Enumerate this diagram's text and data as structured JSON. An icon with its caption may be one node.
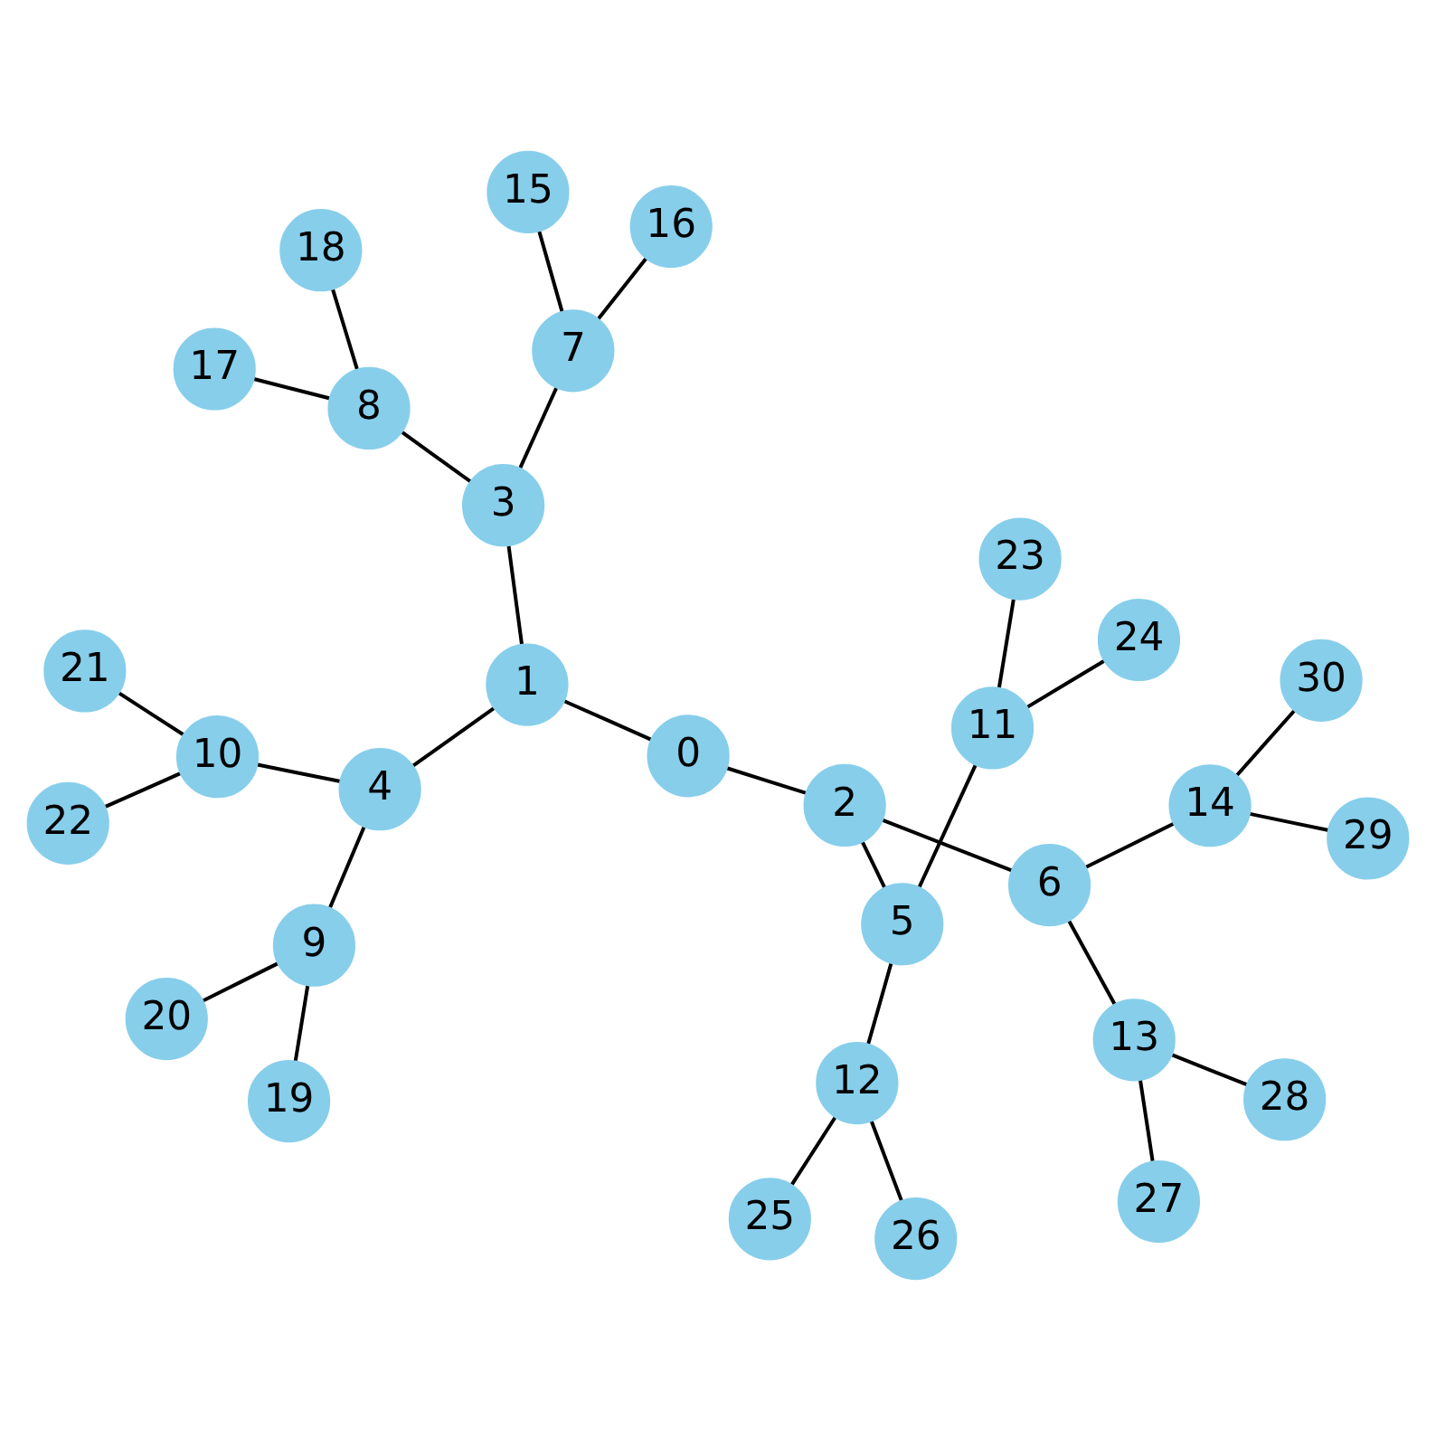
{
  "diagram": {
    "nodes": [
      {
        "text": [
          "0"
        ]
      },
      {
        "text": [
          "1"
        ]
      },
      {
        "text": [
          "2"
        ]
      },
      {
        "text": [
          "3"
        ]
      },
      {
        "text": [
          "4"
        ]
      },
      {
        "text": [
          "5"
        ]
      },
      {
        "text": [
          "6"
        ]
      },
      {
        "text": [
          "7"
        ]
      },
      {
        "text": [
          "8"
        ]
      },
      {
        "text": [
          "9"
        ]
      },
      {
        "text": [
          "10"
        ]
      },
      {
        "text": [
          "11"
        ]
      },
      {
        "text": [
          "12"
        ]
      },
      {
        "text": [
          "13"
        ]
      },
      {
        "text": [
          "14"
        ]
      },
      {
        "text": [
          "15"
        ]
      },
      {
        "text": [
          "16"
        ]
      },
      {
        "text": [
          "17"
        ]
      },
      {
        "text": [
          "18"
        ]
      },
      {
        "text": [
          "19"
        ]
      },
      {
        "text": [
          "20"
        ]
      },
      {
        "text": [
          "21"
        ]
      },
      {
        "text": [
          "22"
        ]
      },
      {
        "text": [
          "23"
        ]
      },
      {
        "text": [
          "24"
        ]
      },
      {
        "text": [
          "25"
        ]
      },
      {
        "text": [
          "26"
        ]
      },
      {
        "text": [
          "27"
        ]
      },
      {
        "text": [
          "28"
        ]
      },
      {
        "text": [
          "29"
        ]
      },
      {
        "text": [
          "30"
        ]
      }
    ],
    "edges": [
      {
        "from": 0,
        "to": 1,
        "arrow": "none"
      },
      {
        "from": 0,
        "to": 2,
        "arrow": "none"
      },
      {
        "from": 1,
        "to": 3,
        "arrow": "none"
      },
      {
        "from": 1,
        "to": 4,
        "arrow": "none"
      },
      {
        "from": 2,
        "to": 5,
        "arrow": "none"
      },
      {
        "from": 2,
        "to": 6,
        "arrow": "none"
      },
      {
        "from": 3,
        "to": 7,
        "arrow": "none"
      },
      {
        "from": 3,
        "to": 8,
        "arrow": "none"
      },
      {
        "from": 4,
        "to": 9,
        "arrow": "none"
      },
      {
        "from": 4,
        "to": 10,
        "arrow": "none"
      },
      {
        "from": 5,
        "to": 11,
        "arrow": "none"
      },
      {
        "from": 5,
        "to": 12,
        "arrow": "none"
      },
      {
        "from": 6,
        "to": 13,
        "arrow": "none"
      },
      {
        "from": 6,
        "to": 14,
        "arrow": "none"
      },
      {
        "from": 7,
        "to": 15,
        "arrow": "none"
      },
      {
        "from": 7,
        "to": 16,
        "arrow": "none"
      },
      {
        "from": 8,
        "to": 17,
        "arrow": "none"
      },
      {
        "from": 8,
        "to": 18,
        "arrow": "none"
      },
      {
        "from": 9,
        "to": 19,
        "arrow": "none"
      },
      {
        "from": 9,
        "to": 20,
        "arrow": "none"
      },
      {
        "from": 10,
        "to": 21,
        "arrow": "none"
      },
      {
        "from": 10,
        "to": 22,
        "arrow": "none"
      },
      {
        "from": 11,
        "to": 23,
        "arrow": "none"
      },
      {
        "from": 11,
        "to": 24,
        "arrow": "none"
      },
      {
        "from": 12,
        "to": 25,
        "arrow": "none"
      },
      {
        "from": 12,
        "to": 26,
        "arrow": "none"
      },
      {
        "from": 13,
        "to": 27,
        "arrow": "none"
      },
      {
        "from": 13,
        "to": 28,
        "arrow": "none"
      },
      {
        "from": 14,
        "to": 29,
        "arrow": "none"
      },
      {
        "from": 14,
        "to": 30,
        "arrow": "none"
      }
    ]
  }
}
